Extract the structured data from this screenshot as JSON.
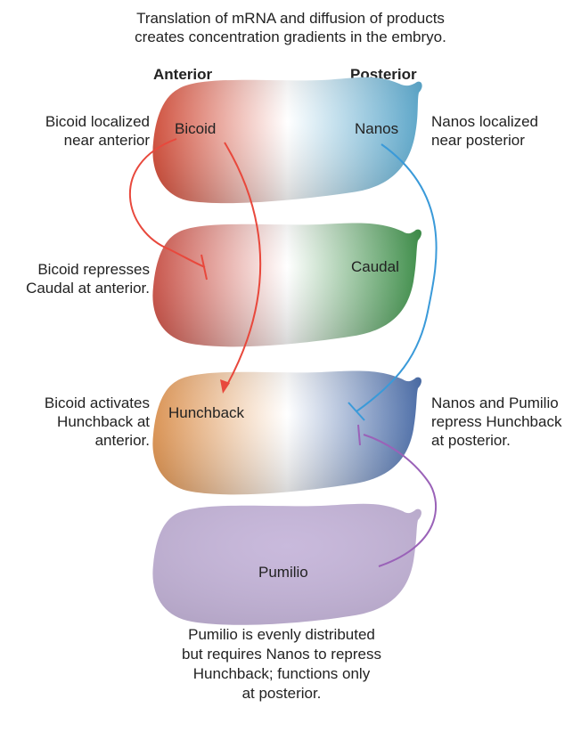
{
  "caption_top": {
    "line1": "Translation of mRNA and diffusion of products",
    "line2": "creates concentration gradients in the embryo."
  },
  "axis": {
    "anterior": "Anterior",
    "posterior": "Posterior"
  },
  "embryos": [
    {
      "left_label": "Bicoid",
      "right_label": "Nanos",
      "colors": [
        "#e8553f",
        "#ffffff",
        "#5fb6df"
      ]
    },
    {
      "right_label": "Caudal",
      "colors": [
        "#e05a4e",
        "#ffffff",
        "#3d9a4a"
      ]
    },
    {
      "left_label": "Hunchback",
      "colors": [
        "#f5a35a",
        "#ffffff",
        "#4d74b8"
      ]
    },
    {
      "center_label": "Pumilio",
      "colors": [
        "#c6b6da",
        "#c6b6da",
        "#c6b6da"
      ]
    }
  ],
  "annotations": {
    "bicoid_localized": [
      "Bicoid localized",
      "near anterior"
    ],
    "nanos_localized": [
      "Nanos localized",
      "near posterior"
    ],
    "bicoid_represses": [
      "Bicoid represses",
      "Caudal at anterior."
    ],
    "bicoid_activates": [
      "Bicoid activates",
      "Hunchback at",
      "anterior."
    ],
    "nanos_pumilio": [
      "Nanos and Pumilio",
      "repress Hunchback",
      "at posterior."
    ]
  },
  "caption_bottom": [
    "Pumilio is evenly distributed",
    "but requires Nanos to repress",
    "Hunchback; functions only",
    "at posterior."
  ],
  "arrow_colors": {
    "bicoid": "#e8483c",
    "nanos": "#3a9ad9",
    "pumilio": "#9a62b8"
  }
}
